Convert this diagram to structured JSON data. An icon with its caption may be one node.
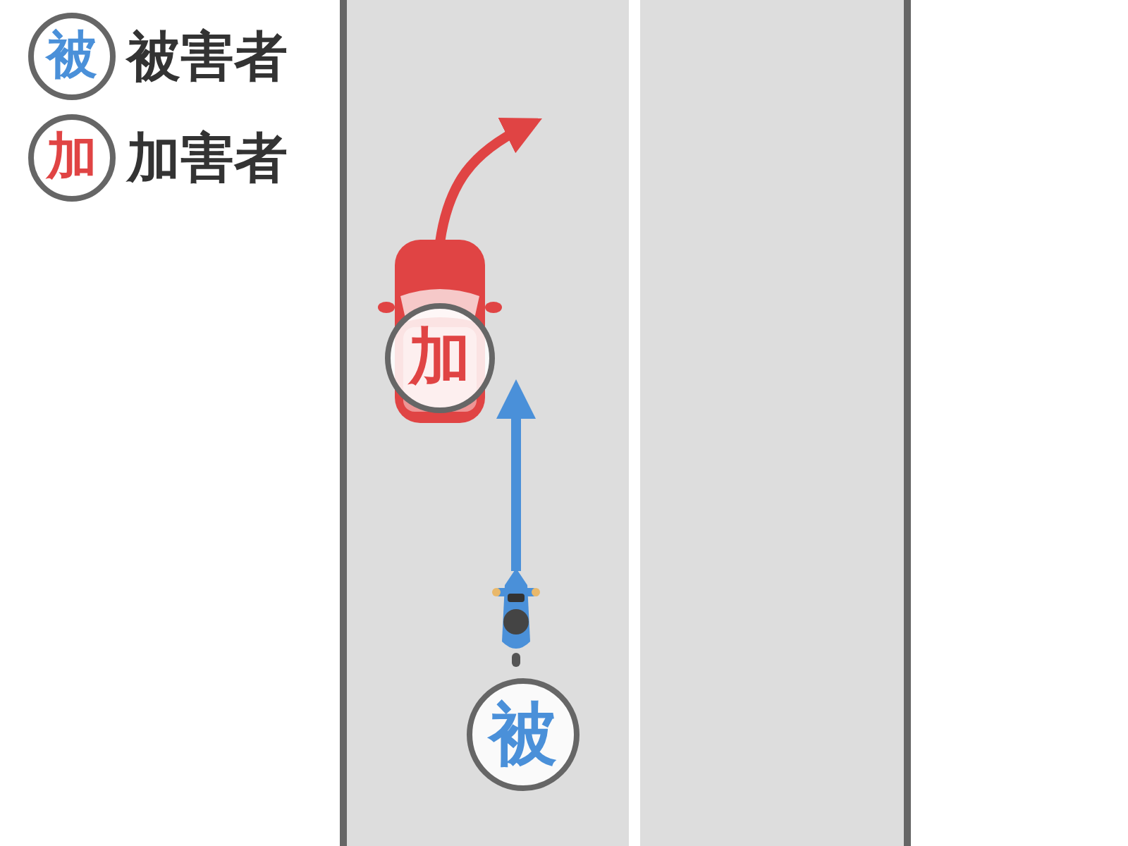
{
  "diagram": {
    "nodes": [
      {
        "text": [
          "加"
        ]
      },
      {
        "text": [],
        "shape": "picture",
        "beside": [
          "被"
        ]
      }
    ],
    "edges": [
      {
        "from": 0,
        "to": null,
        "arrow": "to",
        "color": "#e04444"
      },
      {
        "from": 1,
        "to": 0,
        "arrow": "to",
        "color": "#4a90d9"
      }
    ],
    "labels": [
      "被",
      "加"
    ],
    "legend": [
      {
        "text": "被害者"
      },
      {
        "text": "加害者"
      }
    ]
  }
}
